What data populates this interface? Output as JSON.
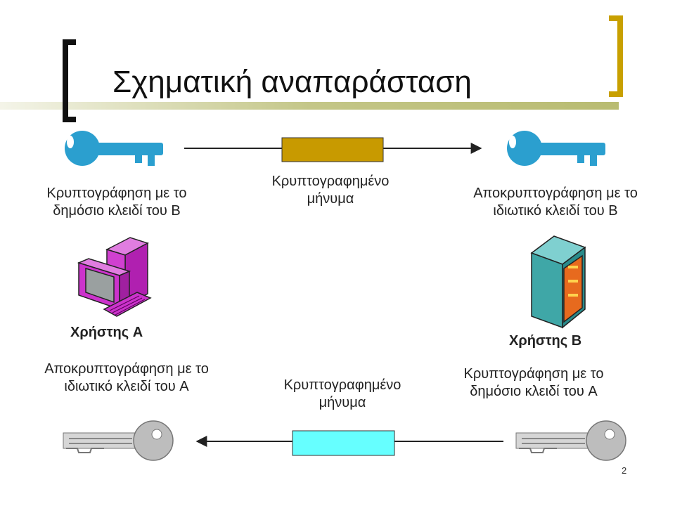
{
  "slide": {
    "title": "Σχηματική αναπαράσταση",
    "page_number": "2"
  },
  "top_flow": {
    "left_caption": [
      "Κρυπτογράφηση με το",
      "δημόσιο κλειδί του B"
    ],
    "middle_caption": [
      "Κρυπτογραφημένο",
      "μήνυμα"
    ],
    "right_caption": [
      "Αποκρυπτογράφηση με το",
      "ιδιωτικό κλειδί του B"
    ],
    "message_color": "#c89a00",
    "key_color": "#2b9fcf"
  },
  "users": {
    "a_label": "Χρήστης A",
    "b_label": "Χρήστης B"
  },
  "bottom_flow": {
    "left_caption": [
      "Αποκρυπτογράφηση με το",
      "ιδιωτικό κλειδί του A"
    ],
    "middle_caption": [
      "Κρυπτογραφημένο",
      "μήνυμα"
    ],
    "right_caption": [
      "Κρυπτογράφηση με το",
      "δημόσιο κλειδί του A"
    ],
    "message_color": "#66ffff",
    "key_color": "#bdbdbd"
  },
  "colors": {
    "accent_bracket": "#c8a000",
    "title_bar": "#b5b86a",
    "computer": "#cc33cc",
    "server_body": "#3fa7a7",
    "server_front": "#e76a1e"
  }
}
